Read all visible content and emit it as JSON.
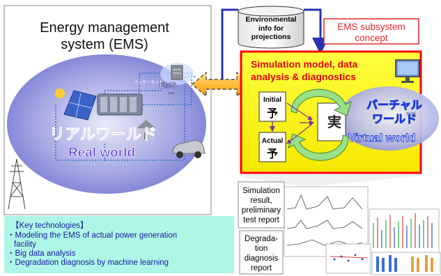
{
  "ems": {
    "title_line1": "Energy management",
    "title_line2": "system (EMS)",
    "ems_label": "EMS",
    "ems_sub": "EMS",
    "internet_label": "インターネット",
    "real_world_jp": "リアルワールド",
    "real_world_en": "Real world"
  },
  "env_info": {
    "line1": "Environmental",
    "line2": "info for",
    "line3": "projections"
  },
  "subsystem": {
    "line1": "EMS subsystem",
    "line2": "concept"
  },
  "simulation": {
    "line1": "Simulation model, data",
    "line2": "analysis & diagnostics",
    "initial_label": "Initial",
    "initial_char": "予",
    "actual_label": "Actual",
    "actual_char": "予",
    "center_char": "実",
    "virtual_jp_line1": "バーチャル",
    "virtual_jp_line2": "ワールド",
    "control_char": "制御",
    "virtual_en": "Virtual world"
  },
  "reports": {
    "sim_line1": "Simulation",
    "sim_line2": "result,",
    "sim_line3": "preliminary",
    "sim_line4": "test report",
    "deg_line1": "Degrada-",
    "deg_line2": "tion",
    "deg_line3": "diagnosis",
    "deg_line4": "report"
  },
  "key_tech": {
    "heading": "【Key technologies】",
    "item1_line1": "・Modeling the EMS of actual power generation",
    "item1_line2": "facility",
    "item2": "・Big data analysis",
    "item3": "・Degradation diagnosis by machine learning"
  },
  "colors": {
    "ellipse_blue": "#6f73cf",
    "sim_box_yellow": "#ffff00",
    "sim_box_border": "#ff0000",
    "arrow_orange": "#ffb020",
    "cycle_green": "#9adf8a",
    "key_bg": "#aef7e6",
    "virtual_text": "#1a3ad8",
    "real_text": "#5a33d0"
  }
}
